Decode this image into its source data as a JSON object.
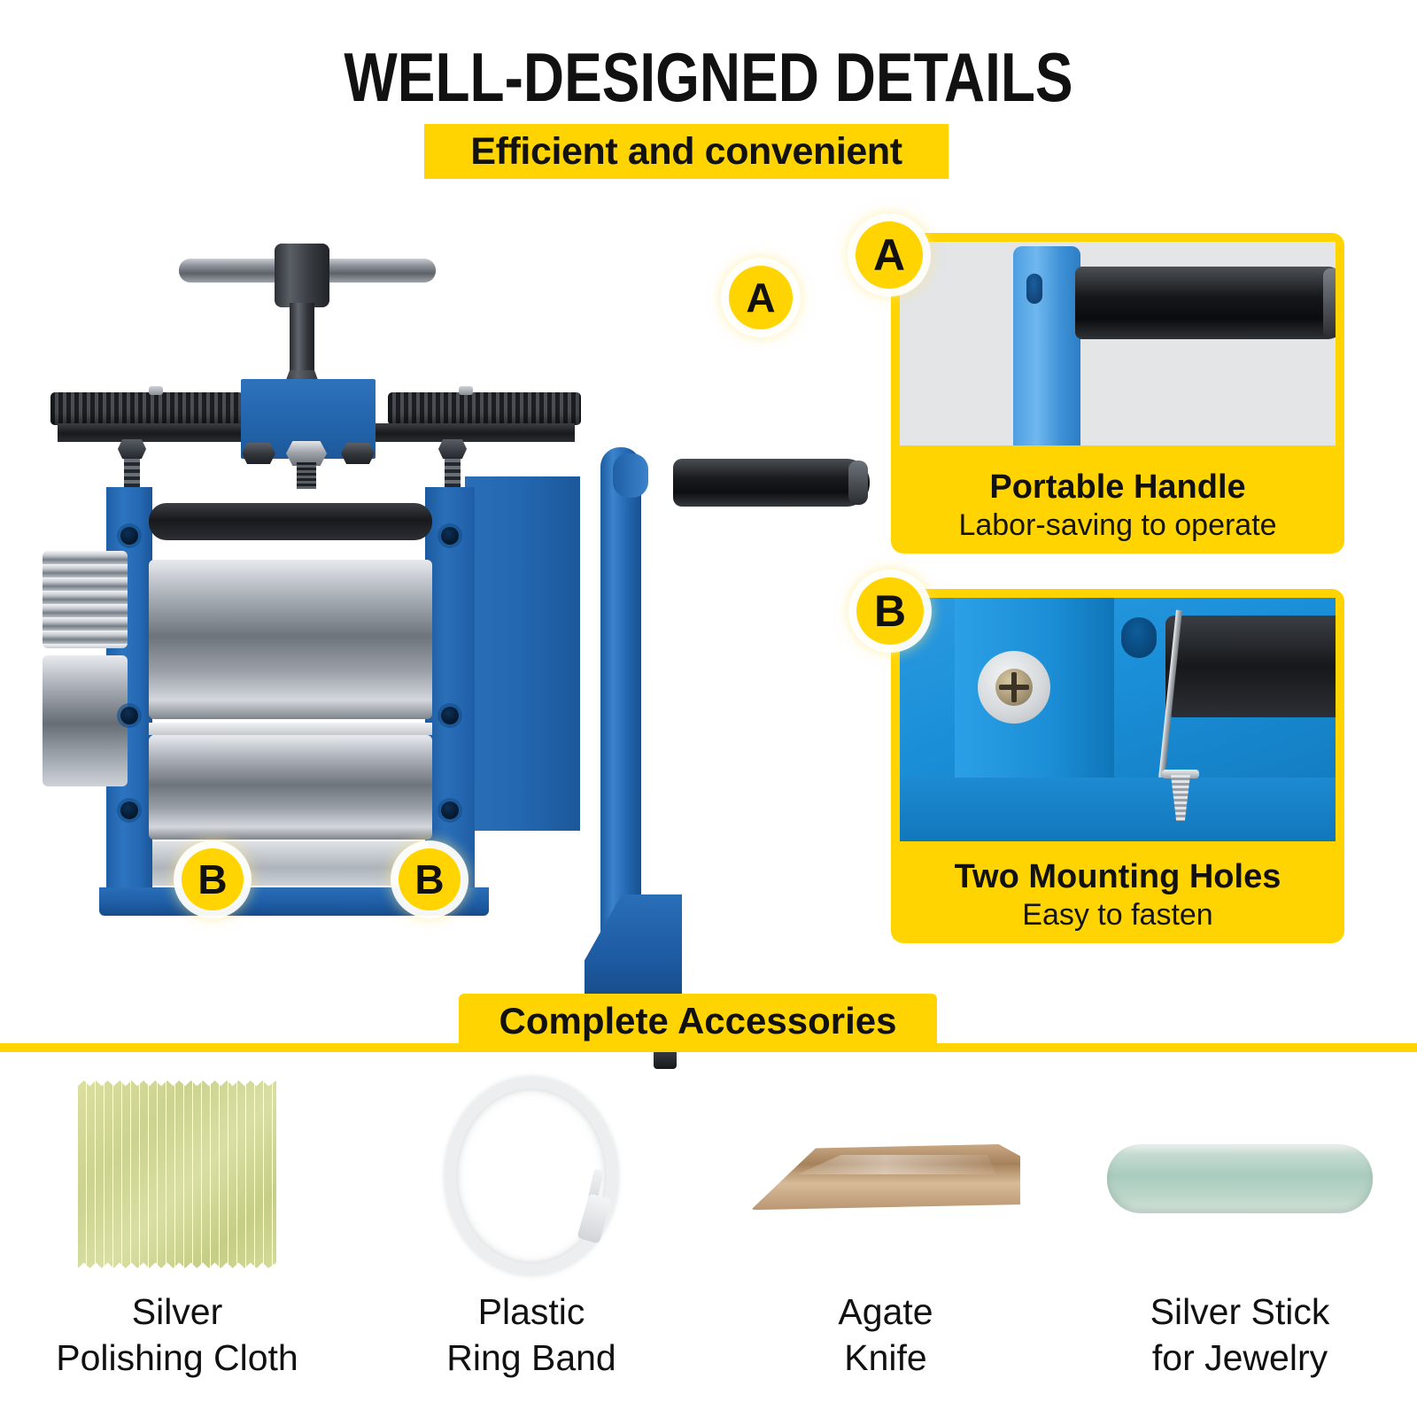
{
  "header": {
    "title": "WELL-DESIGNED DETAILS",
    "subtitle": "Efficient and convenient"
  },
  "colors": {
    "accent_yellow": "#FFD400",
    "machine_blue": "#2468B2",
    "text_black": "#111111",
    "photo_gray": "#E3E5E7"
  },
  "markers": {
    "a_on_handle": "A",
    "a_on_card": "A",
    "b_left": "B",
    "b_right": "B",
    "b_on_card": "B"
  },
  "detail_cards": [
    {
      "marker": "A",
      "title": "Portable Handle",
      "subtitle": "Labor-saving to operate"
    },
    {
      "marker": "B",
      "title": "Two Mounting Holes",
      "subtitle": "Easy to fasten"
    }
  ],
  "accessories_section": {
    "banner": "Complete Accessories",
    "items": [
      {
        "line1": "Silver",
        "line2": "Polishing Cloth"
      },
      {
        "line1": "Plastic",
        "line2": "Ring Band"
      },
      {
        "line1": "Agate",
        "line2": "Knife"
      },
      {
        "line1": "Silver Stick",
        "line2": "for Jewelry"
      }
    ]
  }
}
